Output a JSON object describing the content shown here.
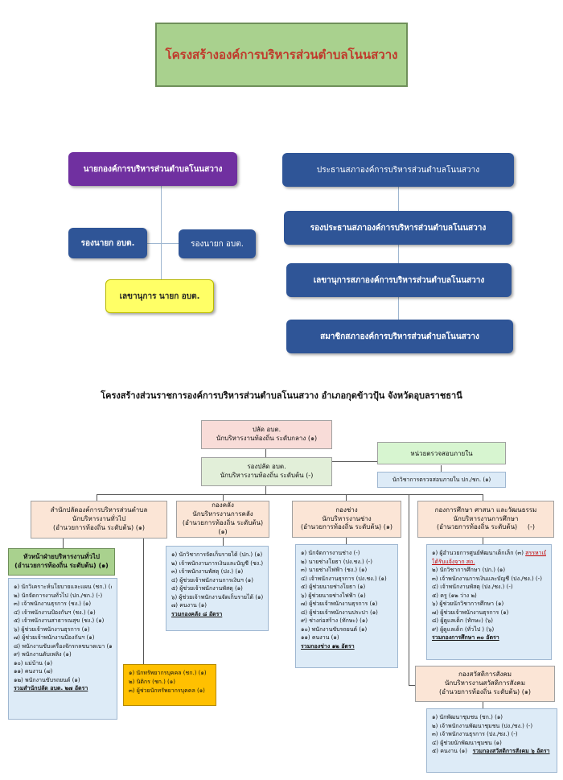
{
  "title": "โครงสร้างองค์การบริหารส่วนตำบลโนนสวาง",
  "executive": {
    "mayor": "นายกองค์การบริหารส่วนตำบลโนนสวาง",
    "deputy1": "รองนายก อบต.",
    "deputy2": "รองนายก อบต.",
    "secretary": "เลขานุการ นายก อบต."
  },
  "council": {
    "chairman": "ประธานสภาองค์การบริหารส่วนตำบลโนนสวาง",
    "vice_chairman": "รองประธานสภาองค์การบริหารส่วนตำบลโนนสวาง",
    "secretary": "เลขานุการสภาองค์การบริหารส่วนตำบลโนนสวาง",
    "members": "สมาชิกสภาองค์การบริหารส่วนตำบลโนนสวาง"
  },
  "subtitle": "โครงสร้างส่วนราชการองค์การบริหารส่วนตำบลโนนสวาง อำเภอกุดข้าวปุ้น จังหวัดอุบลราชธานี",
  "palad": {
    "line1": "ปลัด อบต.",
    "line2": "นักบริหารงานท้องถิ่น ระดับกลาง (๑)"
  },
  "audit": {
    "title": "หน่วยตรวจสอบภายใน",
    "staff": "นักวิชาการตรวจสอบภายใน ปก./ชก. (๑)"
  },
  "deputy_palad": {
    "line1": "รองปลัด อบต.",
    "line2": "นักบริหารงานท้องถิ่น ระดับต้น (-)"
  },
  "departments": {
    "office": {
      "l1": "สำนักปลัดองค์การบริหารส่วนตำบล",
      "l2": "นักบริหารงานทั่วไป",
      "l3": "(อำนวยการท้องถิ่น ระดับต้น) (๑)"
    },
    "finance": {
      "l1": "กองคลัง",
      "l2": "นักบริหารงานการคลัง",
      "l3": "(อำนวยการท้องถิ่น ระดับต้น) (๑)"
    },
    "engineering": {
      "l1": "กองช่าง",
      "l2": "นักบริหารงานช่าง",
      "l3": "(อำนวยการท้องถิ่น ระดับต้น) (๑)"
    },
    "education": {
      "l1": "กองการศึกษา ศาสนา และวัฒนธรรม",
      "l2": "นักบริหารงานการศึกษา",
      "l3": "(อำนวยการท้องถิ่น ระดับต้น)     (-)"
    },
    "welfare": {
      "l1": "กองสวัสดิการสังคม",
      "l2": "นักบริหารงานสวัสดิการสังคม",
      "l3": "(อำนวยการท้องถิ่น ระดับต้น) (๑)"
    }
  },
  "general_head": {
    "l1": "หัวหน้าฝ่ายบริหารงานทั่วไป",
    "l2": "(อำนวยการท้องถิ่น ระดับต้น) (๑)"
  },
  "office_staff": [
    "๑) นักวิเคราะห์นโยบายและแผน (ชก.) (๑)",
    "๒) นักจัดการงานทั่วไป (ปก./ชก.) (-)",
    "๓) เจ้าพนักงานธุรการ (ชง.) (๑)",
    "๔) เจ้าพนักงานป้องกันฯ (ชง.) (๑)",
    "๕) เจ้าพนักงานสาธารณสุข (ชง.) (๑)",
    "๖) ผู้ช่วยเจ้าพนักงานธุรการ (๑)",
    "๗) ผู้ช่วยเจ้าพนักงานป้องกันฯ (๑)",
    "๘) พนักงานขับเครื่องจักรกลขนาดเบา (๑)",
    "๙) พนักงานดับเพลิง (๑)",
    "๑๐) แม่บ้าน (๑)",
    "๑๑) คนงาน (๗)",
    "๑๒) พนักงานขับรถยนต์ (๑)"
  ],
  "office_total": "รวมสำนักปลัด อบต. ๒๗ อัตรา",
  "hr_staff": [
    "๑) นักทรัพยากรบุคคล (ชก.) (๑)",
    "๒) นิติกร (ชก.) (๑)",
    "๓) ผู้ช่วยนักทรัพยากรบุคคล (๑)"
  ],
  "finance_staff": [
    "๑) นักวิชาการจัดเก็บรายได้ (ปก.) (๑)",
    "๒) เจ้าพนักงานการเงินและบัญชี (ชง.)(๑)",
    "๓) เจ้าพนักงานพัสดุ (ปง.) (๑)",
    "๔) ผู้ช่วยเจ้าพนักงานการเงินฯ (๑)",
    "๕) ผู้ช่วยเจ้าพนักงานพัสดุ (๑)",
    "๖) ผู้ช่วยเจ้าพนักงานจัดเก็บรายได้ (๑)",
    "๗) คนงาน (๑)"
  ],
  "finance_total": "รวมกองคลัง ๘ อัตรา",
  "engineering_staff": [
    "๑) นักจัดการงานช่าง (-)",
    "๒) นายช่างโยธา (ปง.ชง.) (-)",
    "๓) นายช่างไฟฟ้า (ชง.) (๑)",
    "๔) เจ้าพนักงานธุรการ (ปง.ชง.) (๑)",
    "๕) ผู้ช่วยนายช่างโยธา (๑)",
    "๖) ผู้ช่วยนายช่างไฟฟ้า (๑)",
    "๗) ผู้ช่วยเจ้าพนักงานธุรการ (๑)",
    "๘) ผู้ช่วยเจ้าพนักงานประปา (๑)",
    "๙) ช่างก่อสร้าง (ทักษะ) (๑)",
    "๑๐) พนักงานขับรถยนต์ (๑)",
    "๑๑) คนงาน (๑)"
  ],
  "engineering_total": "รวมกองช่าง ๑๒ อัตรา",
  "education_staff_first_a": "๑) ผู้อำนวยการศูนย์พัฒนาเด็กเล็ก (๓) ",
  "education_staff_first_b": "สรรหาเมื่อ",
  "education_staff_first_c": "ได้รับแจ้งจาก สถ.",
  "education_staff": [
    "๒) นักวิชาการศึกษา (ปก.) (๑)",
    "๓) เจ้าพนักงานการเงินและบัญชี (ปง./ชง.) (-)",
    "๔) เจ้าพนักงานพัสดุ (ปง./ชง.) (-)",
    "๕) ครู (๑๒ ว่าง ๒)",
    "๖) ผู้ช่วยนักวิชาการศึกษา (๑)",
    "๗) ผู้ช่วยเจ้าพนักงานธุรการ (๑)",
    "๘) ผู้ดูแลเด็ก (ทักษะ) (๖)",
    "๙) ผู้ดูแลเด็ก (ทั่วไป ) (๖)"
  ],
  "education_total": "รวมกองการศึกษา ๓๐ อัตรา",
  "welfare_staff": [
    "๑) นักพัฒนาชุมชน (ชก.) (๑)",
    "๒) เจ้าพนักงานพัฒนาชุมชน (ปง./ชง.) (-)",
    "๓) เจ้าพนักงานธุรการ (ปง./ชง.) (-)",
    "๔) ผู้ช่วยนักพัฒนาชุมชน (๑)"
  ],
  "welfare_last_a": "๕) คนงาน (๑)   ",
  "welfare_total": "รวมกองสวัสดิการสังคม ๖ อัตรา"
}
